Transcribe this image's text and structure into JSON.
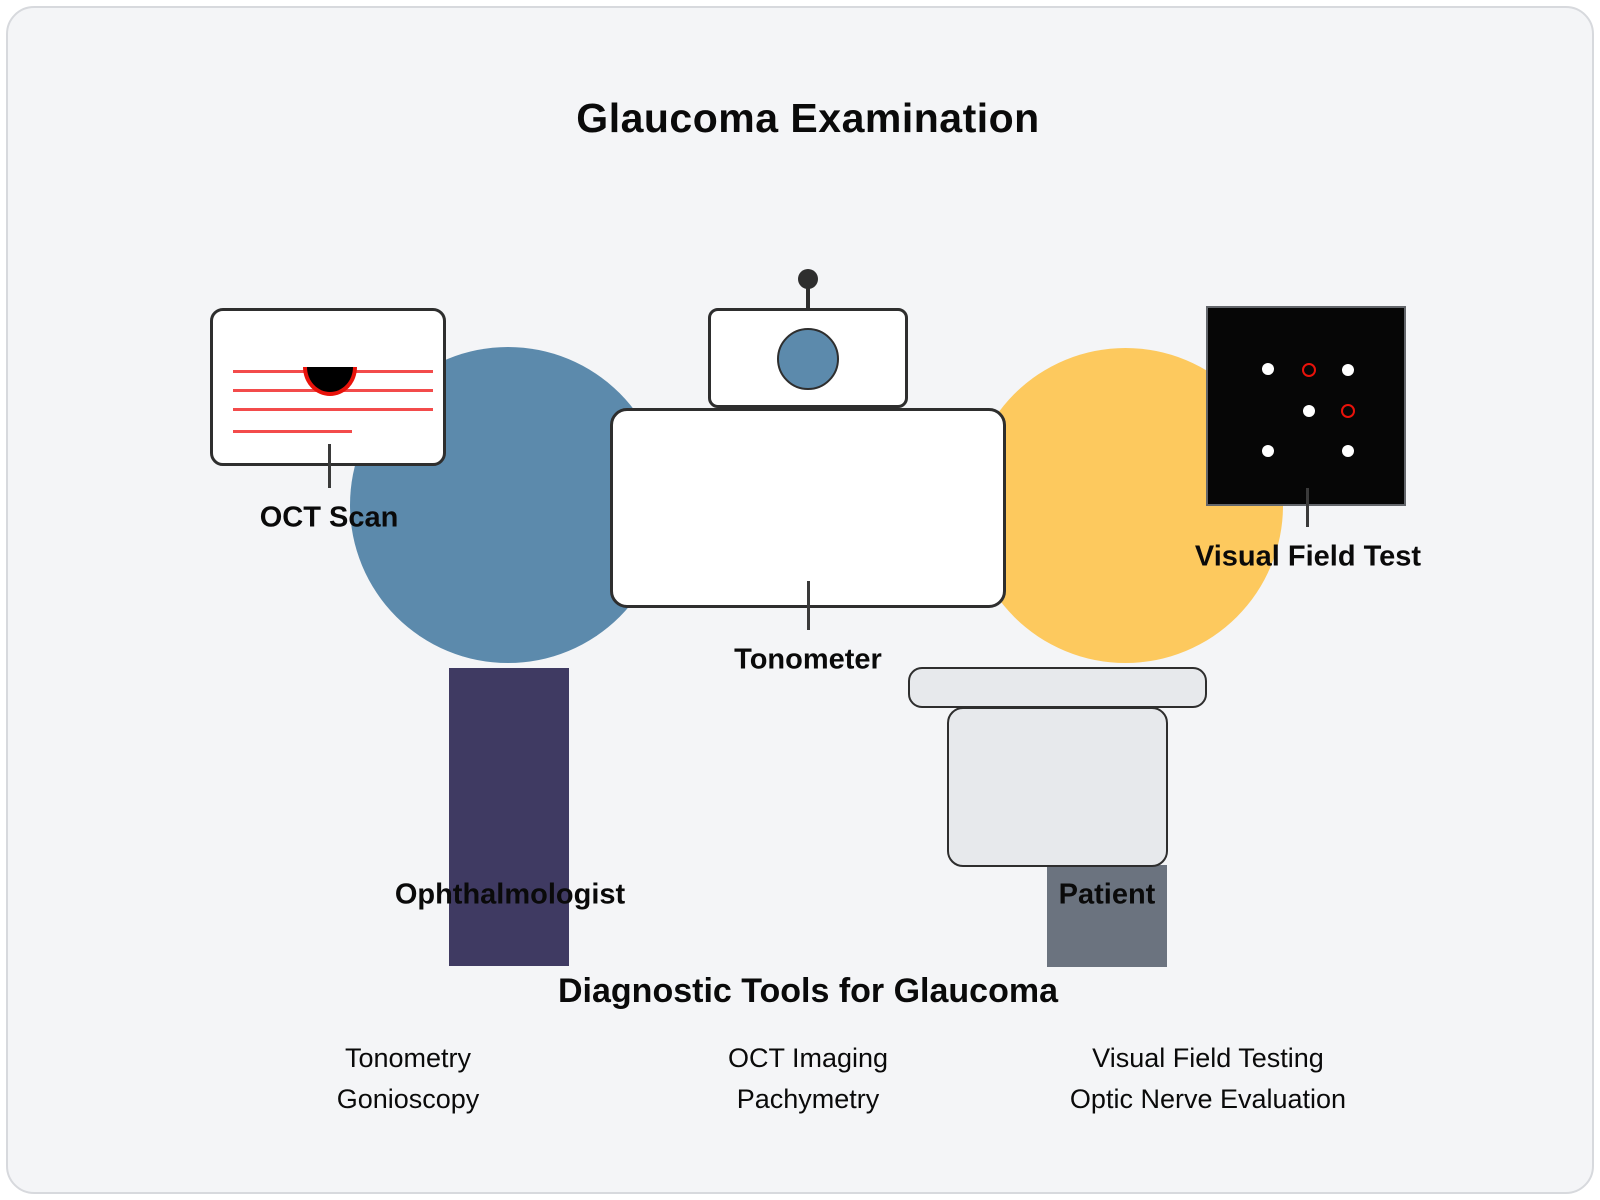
{
  "title": "Glaucoma Examination",
  "colors": {
    "bg": "#f4f5f7",
    "blue": "#5c8aac",
    "yellow": "#fdc95e",
    "navy": "#3f3a62",
    "gray-body": "#6b737f",
    "light-gray": "#e7e9ec",
    "stroke": "#2e2e2e",
    "red": "#e8120a",
    "line-red": "#f34b4b"
  },
  "nodes": {
    "oct_scan": {
      "label": "OCT Scan"
    },
    "tonometer": {
      "label": "Tonometer"
    },
    "visual_field": {
      "label": "Visual Field Test"
    },
    "ophthalmologist": {
      "label": "Ophthalmologist"
    },
    "patient": {
      "label": "Patient"
    }
  },
  "footer": {
    "title": "Diagnostic Tools for Glaucoma",
    "columns": [
      {
        "items": [
          "Tonometry",
          "Gonioscopy"
        ]
      },
      {
        "items": [
          "OCT Imaging",
          "Pachymetry"
        ]
      },
      {
        "items": [
          "Visual Field Testing",
          "Optic Nerve Evaluation"
        ]
      }
    ]
  }
}
